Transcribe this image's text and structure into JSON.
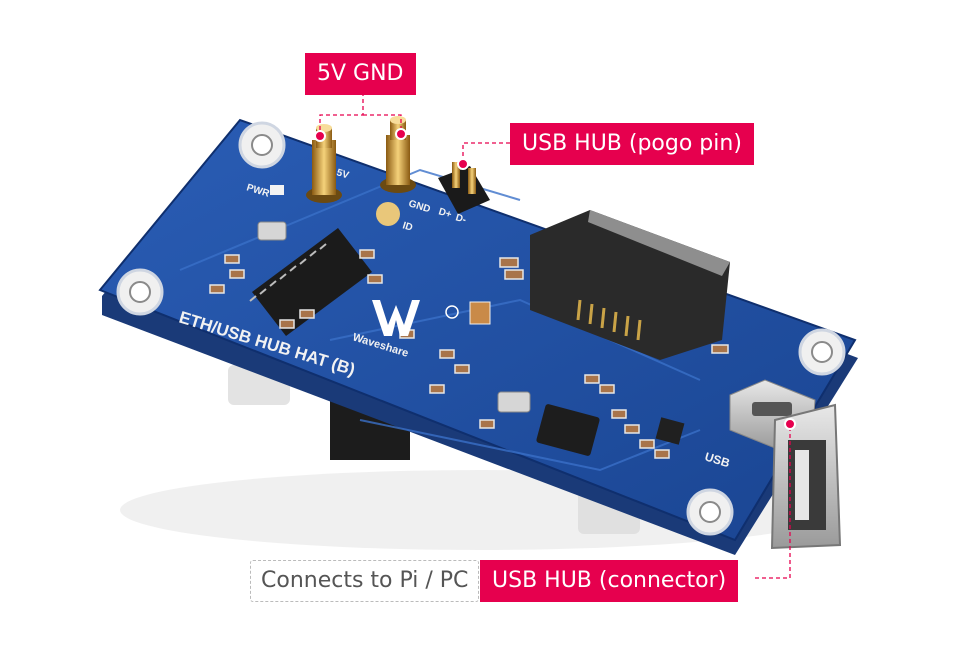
{
  "callouts": {
    "power_pins": "5V GND",
    "pogo_pin": "USB HUB (pogo pin)",
    "connects_to": "Connects to Pi / PC",
    "connector": "USB HUB (connector)"
  },
  "board": {
    "title": "ETH/USB HUB HAT (B)",
    "brand": "Waveshare",
    "label_pwr": "PWR",
    "label_gnd": "GND",
    "label_dp": "D+",
    "label_dm": "D-",
    "label_5v": "5V",
    "label_id": "ID",
    "label_usb": "USB"
  },
  "colors": {
    "callout_bg": "#e6004e",
    "pcb_blue": "#1f4fa0",
    "gold": "#d9a63a"
  }
}
